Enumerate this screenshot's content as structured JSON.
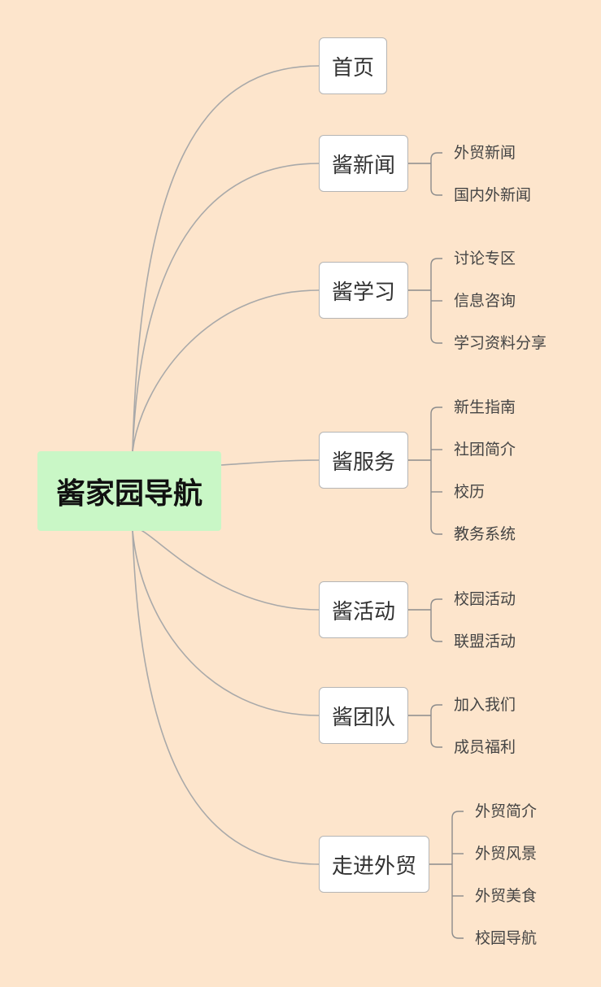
{
  "root": "酱家园导航",
  "branches": [
    {
      "label": "首页",
      "children": []
    },
    {
      "label": "酱新闻",
      "children": [
        "外贸新闻",
        "国内外新闻"
      ]
    },
    {
      "label": "酱学习",
      "children": [
        "讨论专区",
        "信息咨询",
        "学习资料分享"
      ]
    },
    {
      "label": "酱服务",
      "children": [
        "新生指南",
        "社团简介",
        "校历",
        "教务系统"
      ]
    },
    {
      "label": "酱活动",
      "children": [
        "校园活动",
        "联盟活动"
      ]
    },
    {
      "label": "酱团队",
      "children": [
        "加入我们",
        "成员福利"
      ]
    },
    {
      "label": "走进外贸",
      "children": [
        "外贸简介",
        "外贸风景",
        "外贸美食",
        "校园导航"
      ]
    }
  ]
}
